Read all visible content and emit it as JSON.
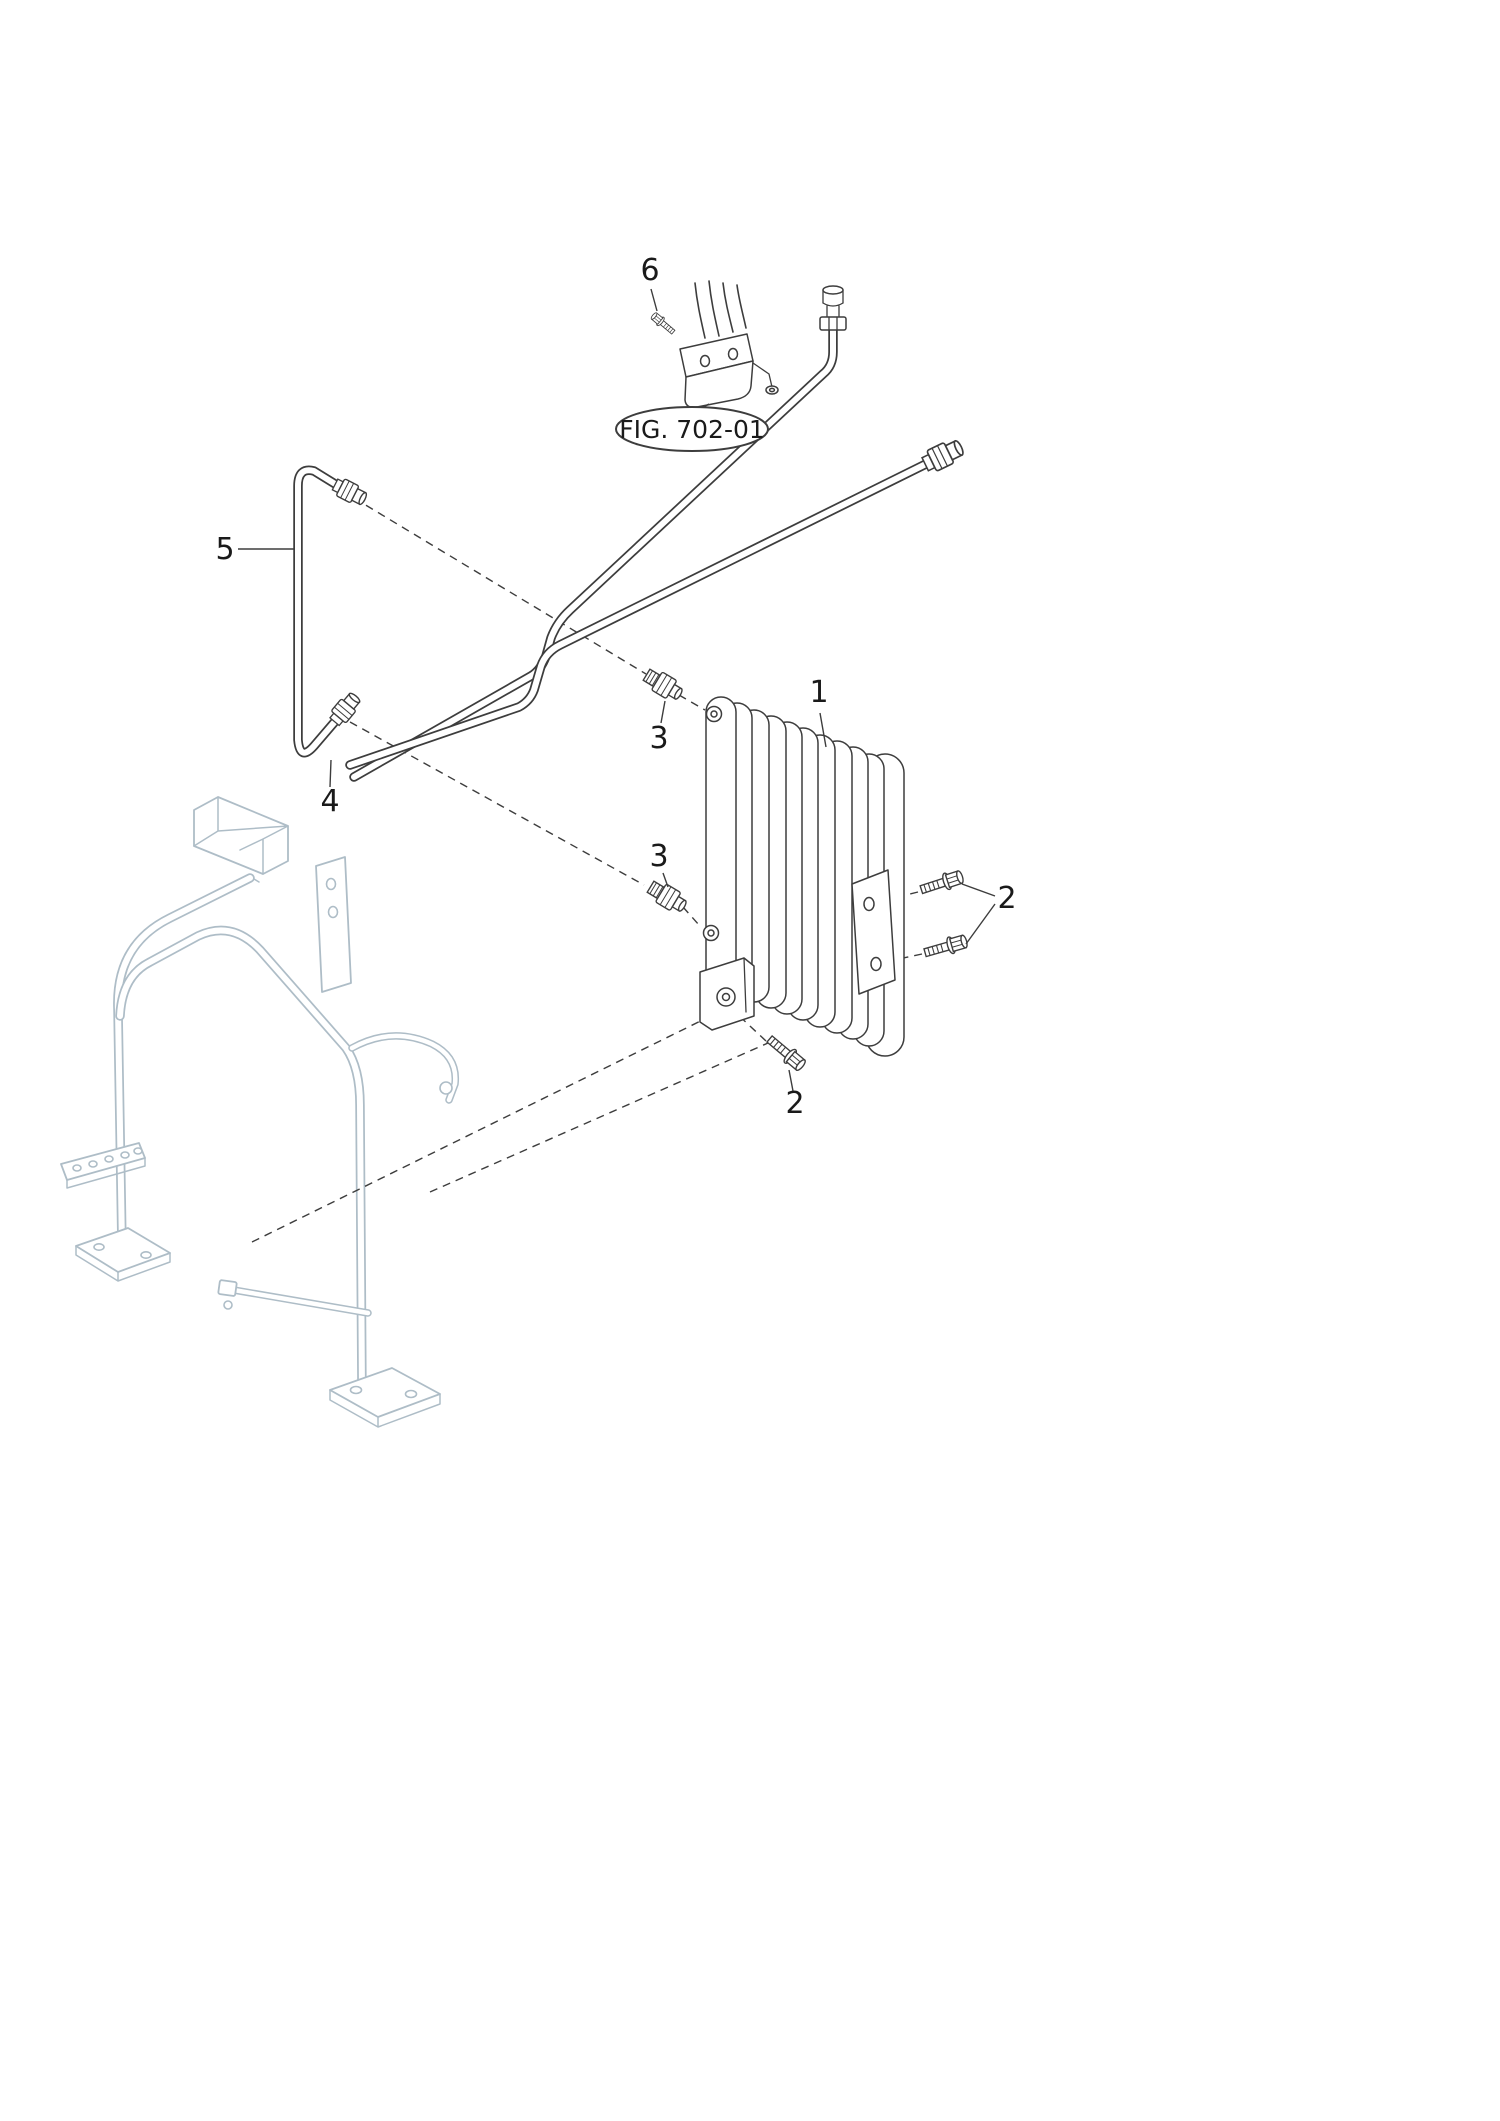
{
  "figure": {
    "reference": "FIG. 702-01"
  },
  "callouts": {
    "item1": "1",
    "item2_right": "2",
    "item2_bottom": "2",
    "item3_upper": "3",
    "item3_lower": "3",
    "item4": "4",
    "item5": "5",
    "item6": "6"
  },
  "colors": {
    "background": "#ffffff",
    "line": "#3d3d3d",
    "frame": "#aebdc7",
    "label_text": "#1a1a1a"
  }
}
